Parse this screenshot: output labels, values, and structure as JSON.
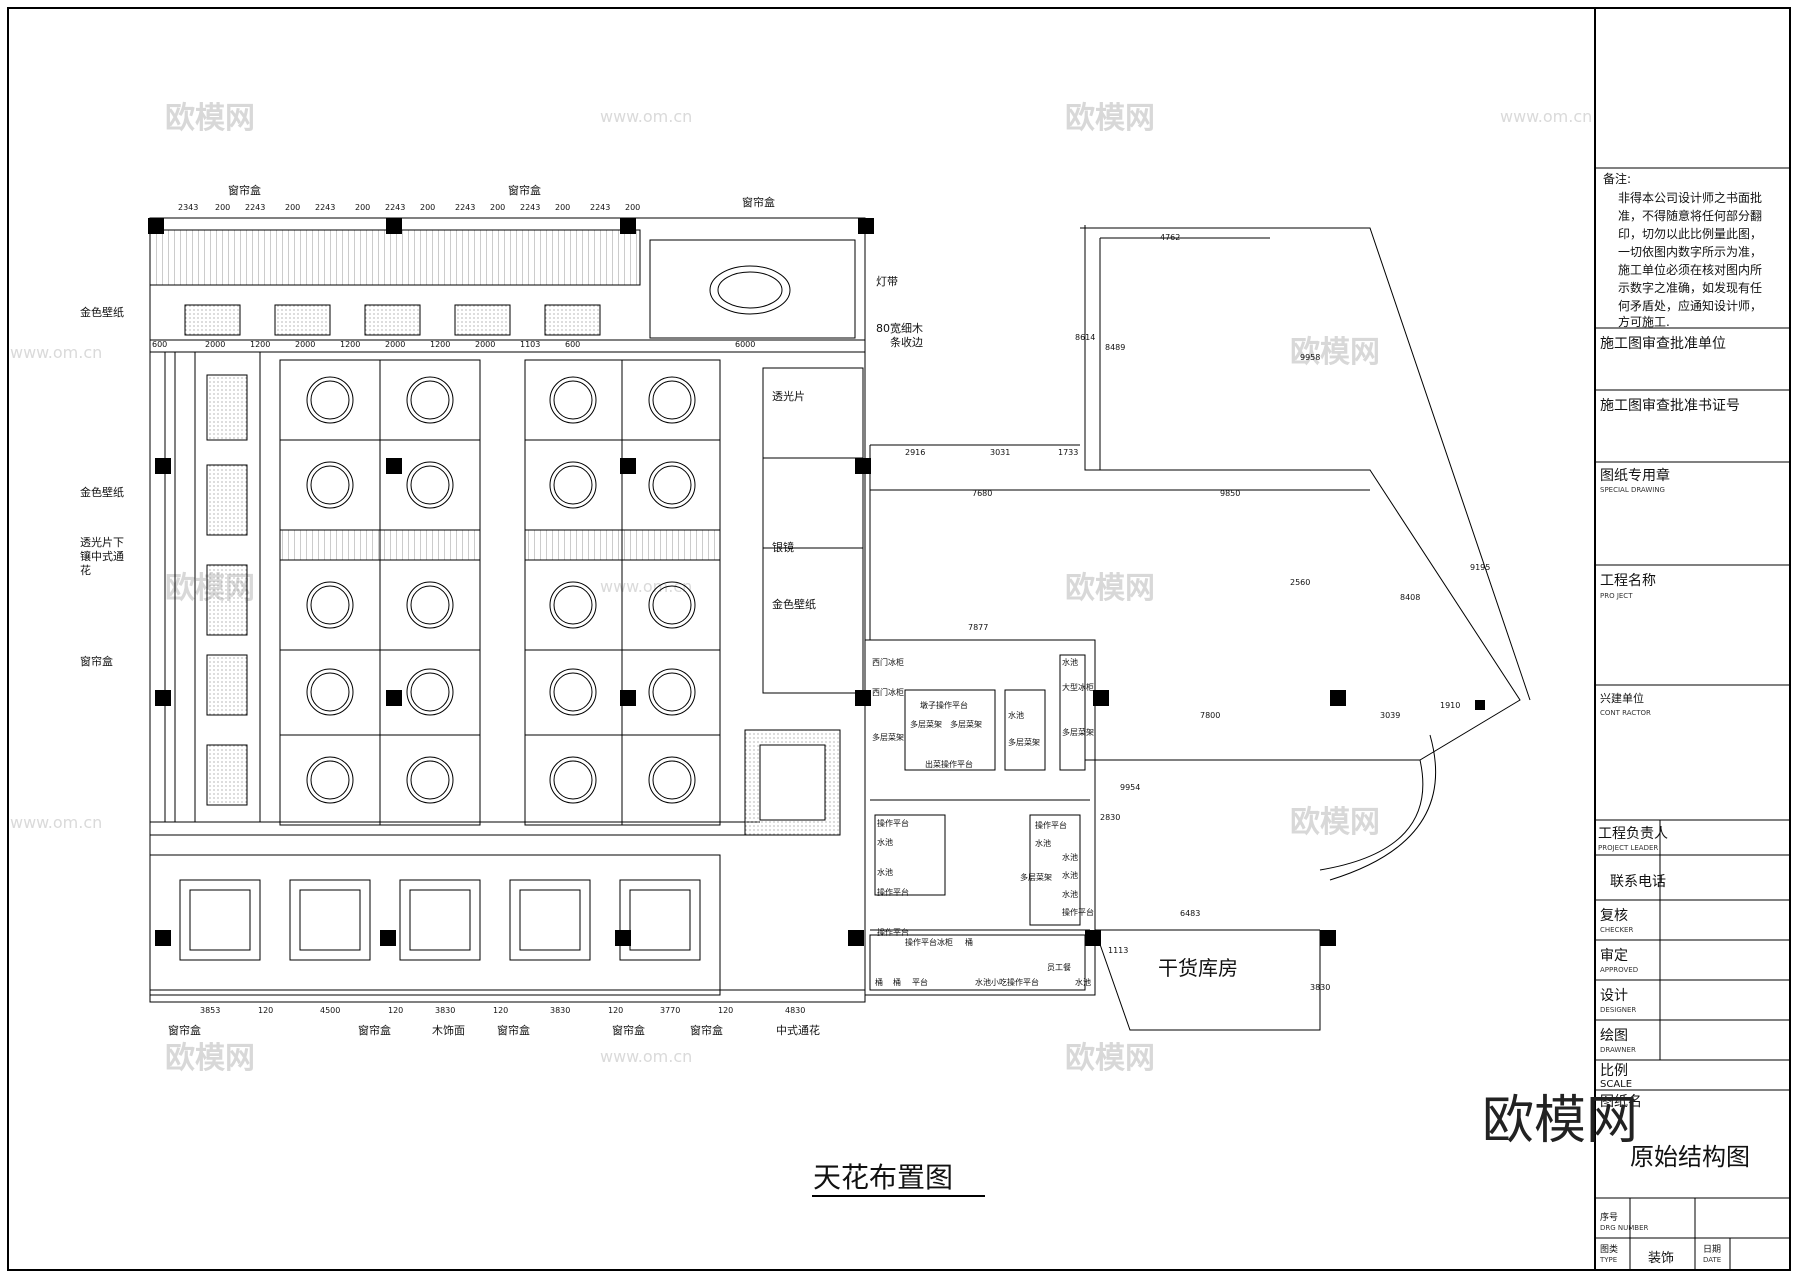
{
  "drawing": {
    "title": "天花布置图",
    "top_labels": [
      "窗帘盒",
      "窗帘盒",
      "窗帘盒"
    ],
    "left_labels": [
      "金色壁纸",
      "金色壁纸",
      "透光片下",
      "镶中式通",
      "花",
      "窗帘盒"
    ],
    "center_labels": [
      "透光片",
      "银镜",
      "金色壁纸",
      "灯带",
      "80宽细木",
      "条收边"
    ],
    "bottom_labels": [
      "窗帘盒",
      "窗帘盒",
      "木饰面",
      "窗帘盒",
      "窗帘盒",
      "窗帘盒",
      "中式通花"
    ],
    "room_label": "干货库房",
    "kitchen_labels": [
      "西门冰柜",
      "西门冰柜",
      "墩子操作平台",
      "多层菜架",
      "多层菜架",
      "多层菜架",
      "出菜操作平台",
      "水池",
      "多层菜架",
      "水池",
      "大型冰柜",
      "多层菜架",
      "操作平台",
      "操作平台",
      "水池",
      "水池",
      "操作平台",
      "操作平台",
      "水池",
      "多层菜架",
      "水池",
      "水池",
      "水池",
      "操作平台",
      "操作平台冰柜",
      "桶",
      "桶",
      "桶",
      "平台",
      "水池小吃操作平台",
      "员工餐",
      "水池"
    ],
    "top_dims": [
      "2343",
      "200",
      "2243",
      "200",
      "2243",
      "200",
      "2243",
      "200",
      "2243",
      "200",
      "2243",
      "200",
      "2243",
      "200"
    ],
    "row2_dims": [
      "600",
      "2000",
      "1200",
      "2000",
      "1200",
      "2000",
      "1200",
      "2000",
      "1103",
      "600",
      "6000"
    ],
    "bottom_dims": [
      "3853",
      "120",
      "4500",
      "120",
      "3830",
      "120",
      "3830",
      "120",
      "3770",
      "120",
      "4830"
    ],
    "right_dims": [
      "4762",
      "8614",
      "8489",
      "9958",
      "2916",
      "3031",
      "1733",
      "7680",
      "9850",
      "2560",
      "9195",
      "8408",
      "7877",
      "7800",
      "3039",
      "1910",
      "9954",
      "2830",
      "6483",
      "1113",
      "3830"
    ]
  },
  "watermarks": [
    "欧模网",
    "www.om.cn"
  ],
  "title_block": {
    "notes_heading": "备注:",
    "notes_text": [
      "非得本公司设计师之书面批",
      "准，不得随意将任何部分翻",
      "印，切勿以此比例量此图，",
      "一切依图内数字所示为准，",
      "施工单位必须在核对图内所",
      "示数字之准确，如发现有任",
      "何矛盾处，应通知设计师，",
      "方可施工."
    ],
    "review_unit": "施工图审查批准单位",
    "cert_no": "施工图审查批准书证号",
    "seal": "图纸专用章",
    "seal_en": "SPECIAL DRAWING",
    "project_name": "工程名称",
    "project_name_en": "PRO JECT",
    "contractor": "兴建单位",
    "contractor_en": "CONT RACTOR",
    "pm": "工程负责人",
    "pm_en": "PROJECT LEADER",
    "phone": "联系电话",
    "checker": "复核",
    "checker_en": "CHECKER",
    "approved": "审定",
    "approved_en": "APPROVED",
    "designer": "设计",
    "designer_en": "DESIGNER",
    "drawer": "绘图",
    "drawer_en": "DRAWNER",
    "scale": "比例",
    "scale_en": "SCALE",
    "drawing_name_label": "图纸名",
    "drawing_name": "原始结构图",
    "logo": "欧模网",
    "no": "序号",
    "no_en": "DRG NUMBER",
    "type": "图类",
    "type_en": "TYPE",
    "type_value": "装饰",
    "date": "日期",
    "date_en": "DATE"
  }
}
